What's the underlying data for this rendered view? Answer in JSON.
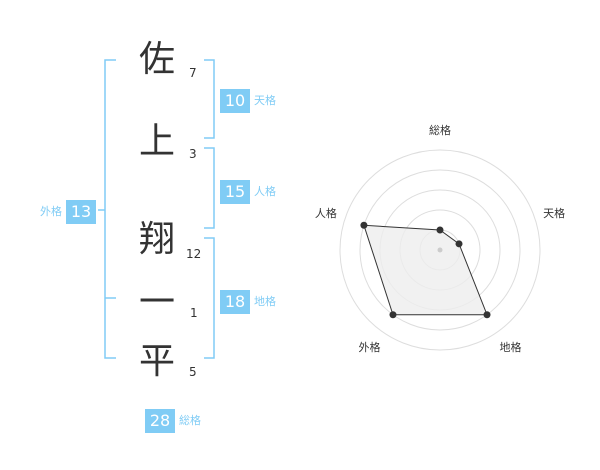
{
  "characters": [
    {
      "char": "佐",
      "strokes": "7"
    },
    {
      "char": "上",
      "strokes": "3"
    },
    {
      "char": "翔",
      "strokes": "12"
    },
    {
      "char": "一",
      "strokes": "1"
    },
    {
      "char": "平",
      "strokes": "5"
    }
  ],
  "kaku": {
    "ten": {
      "value": "10",
      "label": "天格"
    },
    "jin": {
      "value": "15",
      "label": "人格"
    },
    "chi": {
      "value": "18",
      "label": "地格"
    },
    "gai": {
      "value": "13",
      "label": "外格"
    },
    "sou": {
      "value": "28",
      "label": "総格"
    }
  },
  "radar": {
    "labels": {
      "sou": "総格",
      "ten": "天格",
      "chi": "地格",
      "gai": "外格",
      "jin": "人格"
    },
    "levels": 5,
    "values": {
      "sou": 1,
      "ten": 1,
      "chi": 4,
      "gai": 4,
      "jin": 4
    },
    "colors": {
      "grid": "#dddddd",
      "fill": "#eeeeee",
      "line": "#333333",
      "accent": "#80ccf5"
    }
  }
}
